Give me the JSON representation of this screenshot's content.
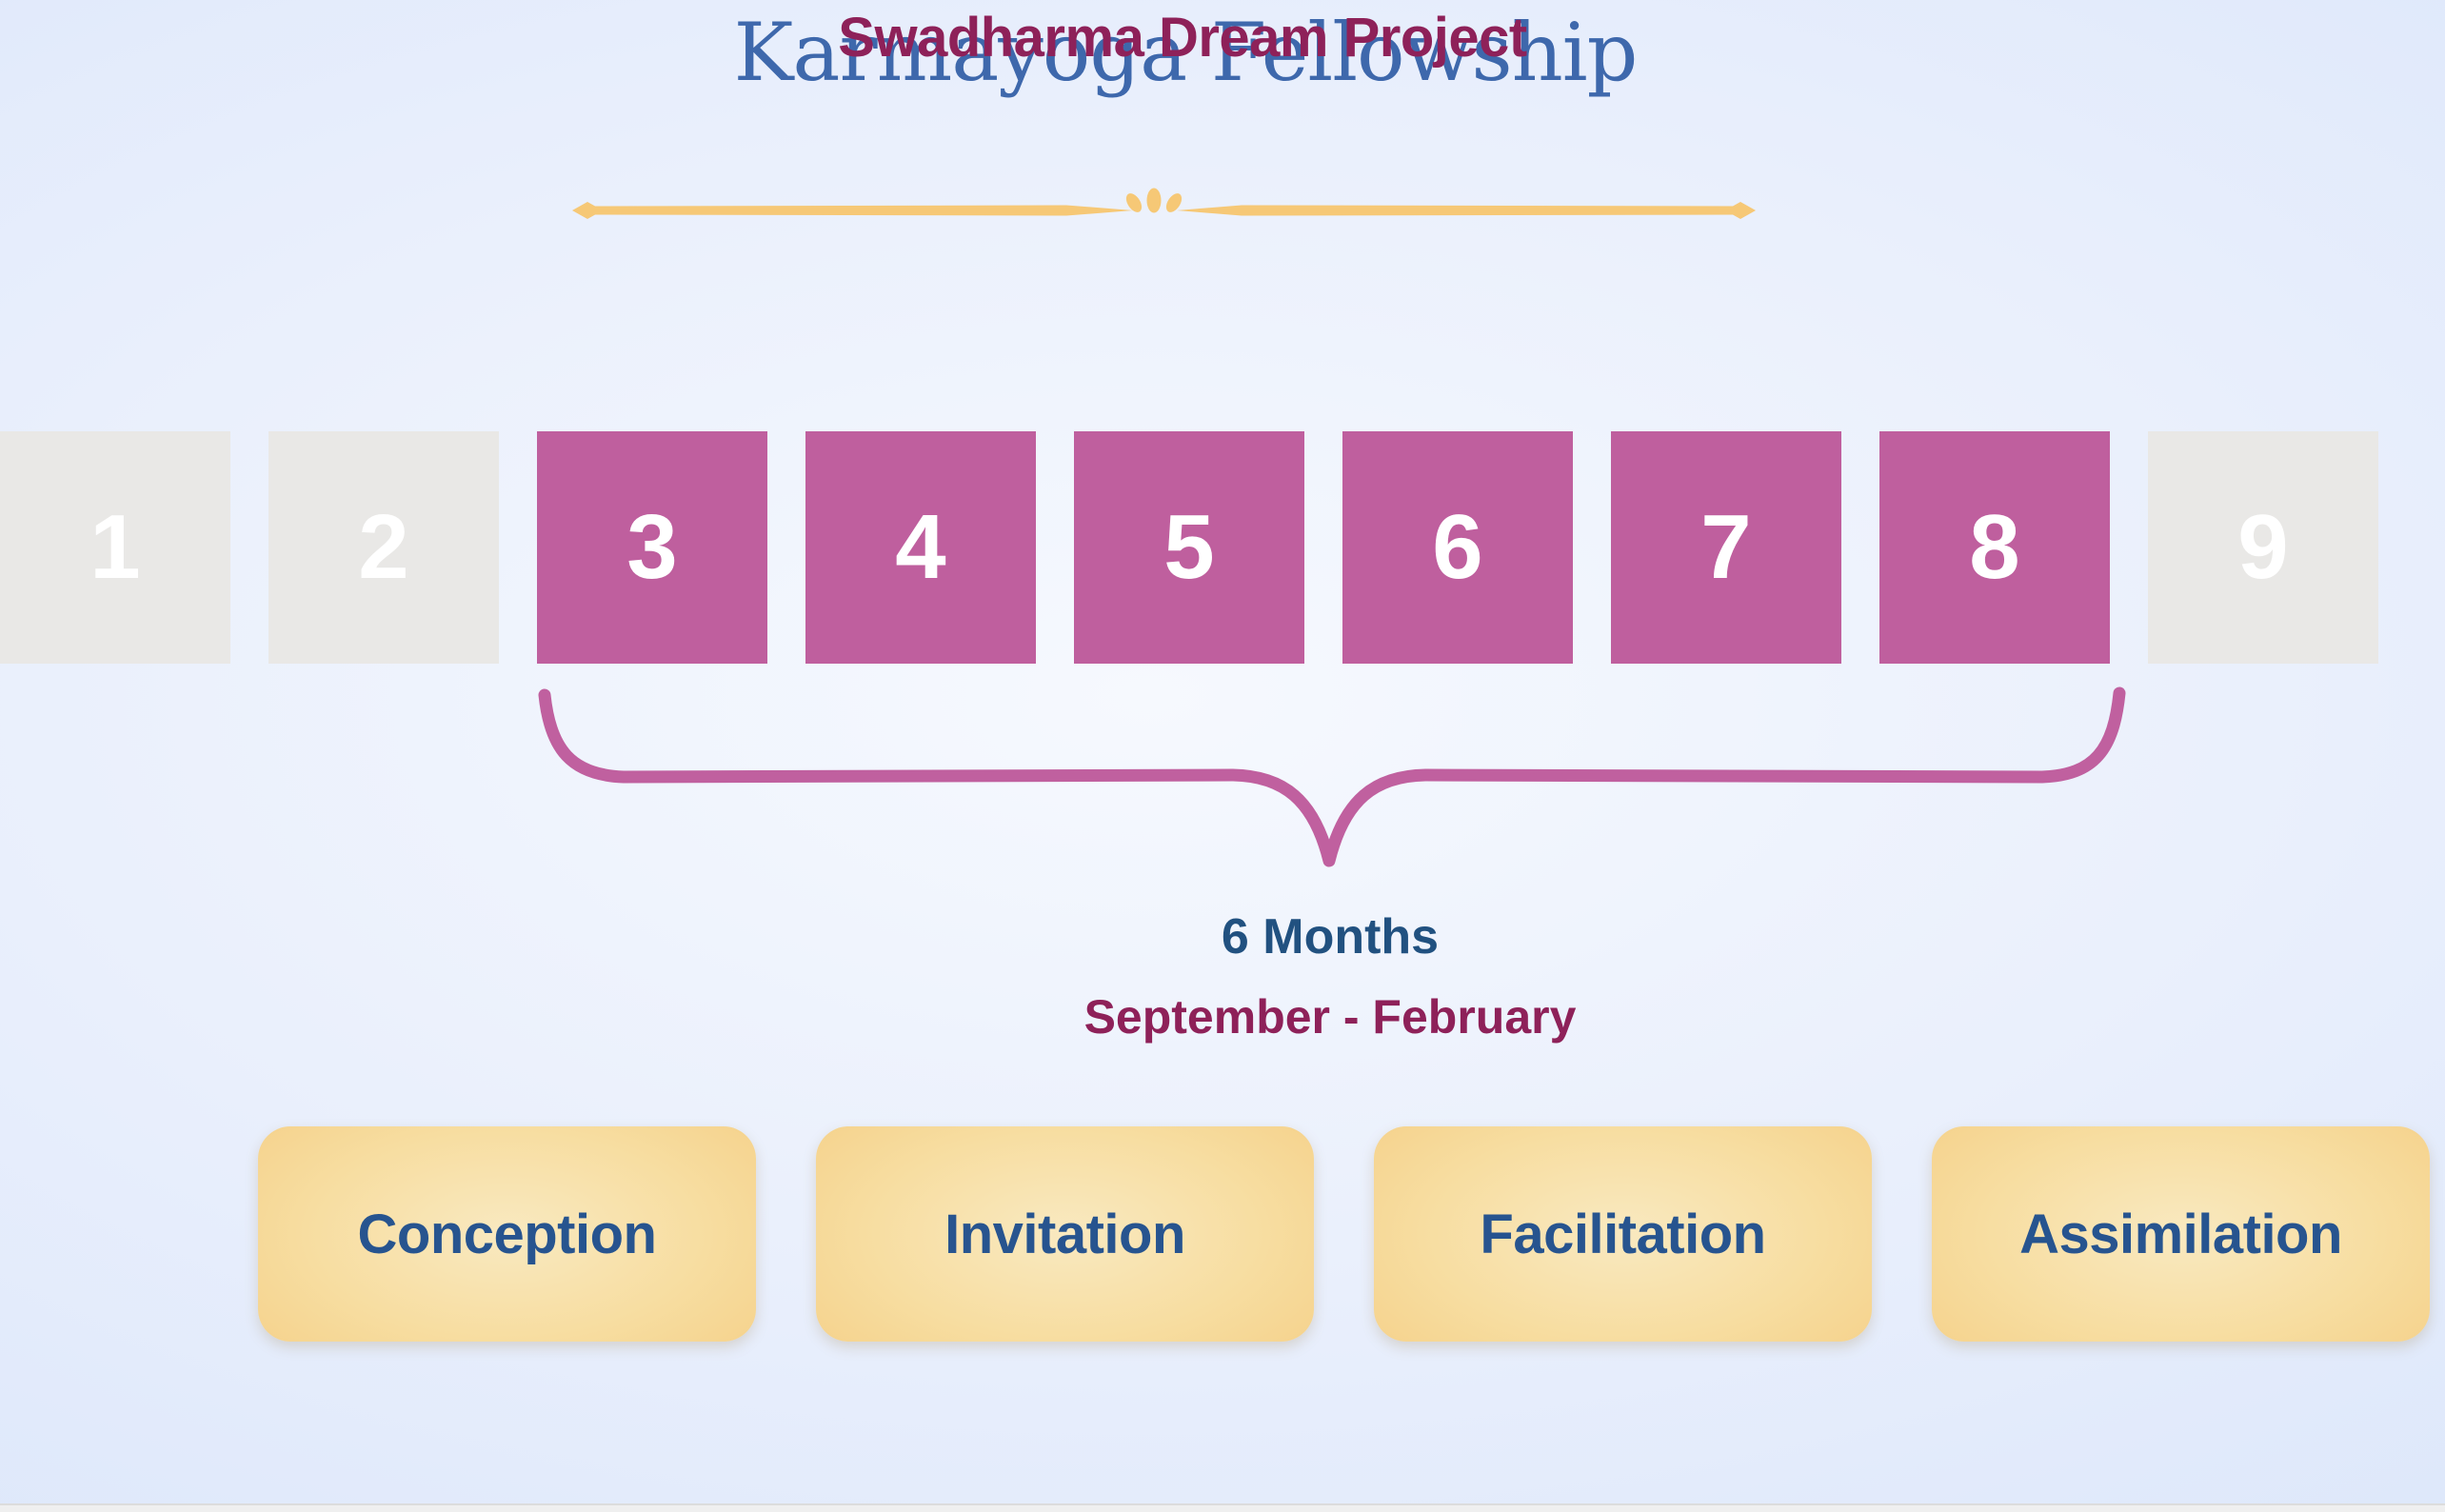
{
  "header": {
    "title": "Karmayoga Fellowship",
    "subtitle": "Swadharma Dream Project"
  },
  "timeline": {
    "steps": [
      {
        "value": "1",
        "state": "inactive"
      },
      {
        "value": "2",
        "state": "inactive"
      },
      {
        "value": "3",
        "state": "active"
      },
      {
        "value": "4",
        "state": "active"
      },
      {
        "value": "5",
        "state": "active"
      },
      {
        "value": "6",
        "state": "active"
      },
      {
        "value": "7",
        "state": "active"
      },
      {
        "value": "8",
        "state": "active"
      },
      {
        "value": "9",
        "state": "inactive"
      }
    ],
    "highlight": {
      "duration_label": "6 Months",
      "months_label": "September - February"
    }
  },
  "phases": [
    {
      "label": "Conception"
    },
    {
      "label": "Invitation"
    },
    {
      "label": "Facilitation"
    },
    {
      "label": "Assimilation"
    }
  ],
  "icons": {
    "divider_left_end": "diamond-icon",
    "divider_right_end": "diamond-icon",
    "divider_center": "lotus-petals-icon",
    "range_marker": "curly-brace-icon"
  },
  "colors": {
    "background_blue": "#dbe6fa",
    "title_blue": "#3e68ac",
    "gold_accent": "#f6c876",
    "maroon_text": "#8e2159",
    "pink_active": "#bf5f9e",
    "gray_inactive": "#e9e8e6",
    "navy_text": "#215180",
    "button_gold_light": "#f9e9c0",
    "button_gold_dark": "#f3c87a",
    "button_text_blue": "#27548f",
    "step_number_white": "#ffffff"
  }
}
